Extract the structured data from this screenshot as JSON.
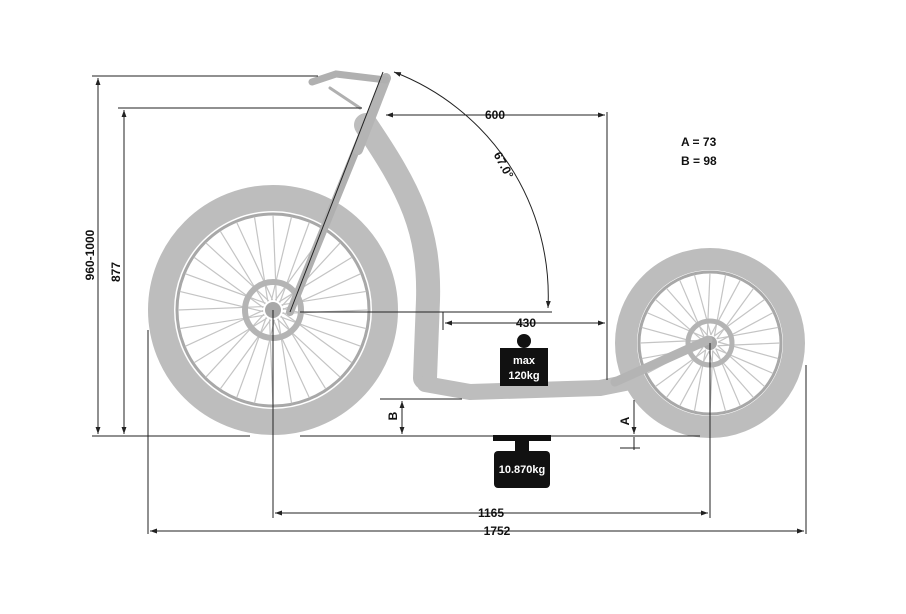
{
  "colors": {
    "scooter": "#bdbdbd",
    "scooter_dark": "#a8a8a8",
    "line": "#222222",
    "weight_fill": "#111111",
    "background": "#ffffff"
  },
  "dimensions": {
    "overall_height": "960-1000",
    "handlebar_height": "877",
    "head_reach": "600",
    "head_angle": "67.0°",
    "deck_length": "430",
    "wheelbase": "1165",
    "overall_length": "1752",
    "rear_clearance_label": "A",
    "front_clearance_label": "B"
  },
  "legend": {
    "a_value": "A = 73",
    "b_value": "B = 98"
  },
  "max_load": {
    "line1": "max",
    "line2": "120kg"
  },
  "scooter_weight": "10.870kg"
}
